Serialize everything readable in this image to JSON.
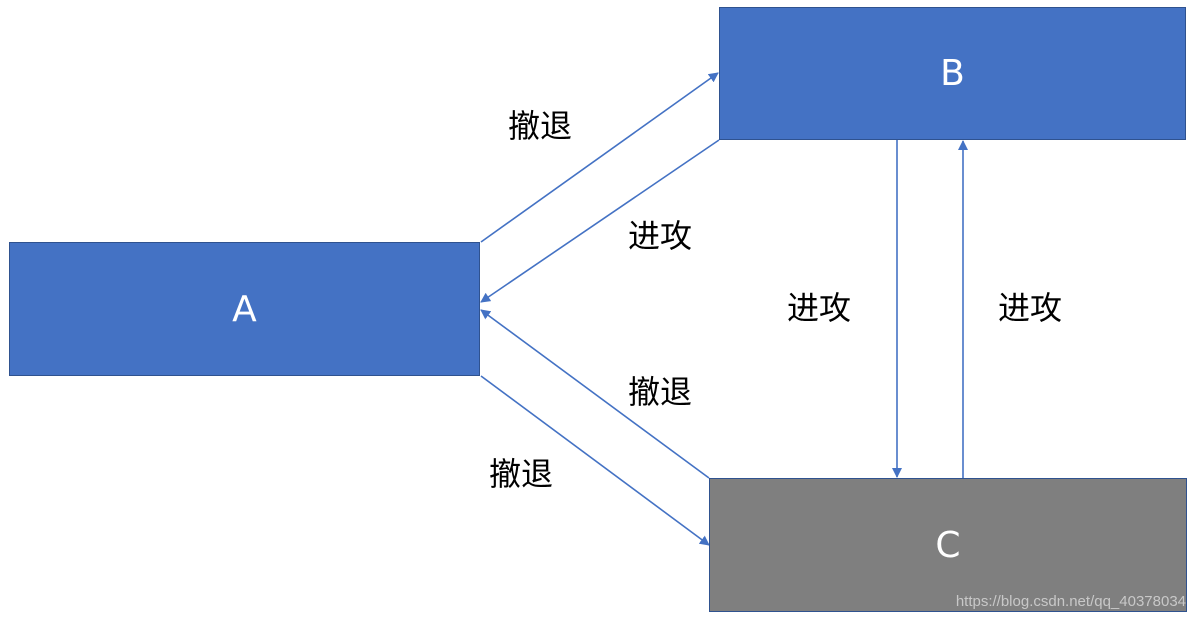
{
  "colors": {
    "node_blue": "#4472c4",
    "node_gray": "#7f7f7f",
    "border": "#2f528f",
    "arrow": "#4472c4"
  },
  "nodes": {
    "a": {
      "label": "A",
      "color": "#4472c4"
    },
    "b": {
      "label": "B",
      "color": "#4472c4"
    },
    "c": {
      "label": "C",
      "color": "#7f7f7f"
    }
  },
  "edges": [
    {
      "from": "A",
      "to": "B",
      "label": "撤退"
    },
    {
      "from": "B",
      "to": "A",
      "label": "进攻"
    },
    {
      "from": "C",
      "to": "A",
      "label": "撤退"
    },
    {
      "from": "A",
      "to": "C",
      "label": "撤退"
    },
    {
      "from": "B",
      "to": "C",
      "label": "进攻"
    },
    {
      "from": "C",
      "to": "B",
      "label": "进攻"
    }
  ],
  "watermark": "https://blog.csdn.net/qq_40378034"
}
